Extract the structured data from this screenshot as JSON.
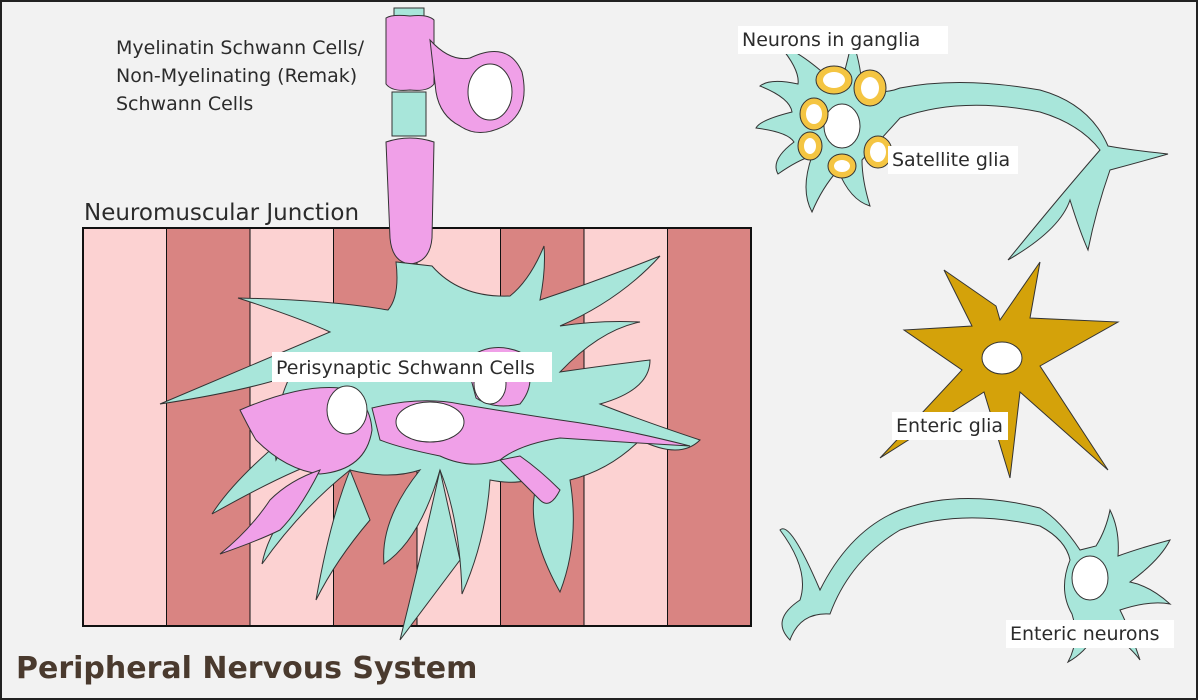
{
  "title": "Peripheral Nervous System",
  "labels": {
    "myelinating_line1": "Myelinatin Schwann Cells/",
    "myelinating_line2": "Non-Myelinating (Remak)",
    "myelinating_line3": "Schwann Cells",
    "nmj": "Neuromuscular Junction",
    "perisynaptic": "Perisynaptic Schwann Cells",
    "neurons_ganglia": "Neurons in ganglia",
    "satellite": "Satellite glia",
    "enteric_glia": "Enteric glia",
    "enteric_neurons": "Enteric neurons"
  },
  "colors": {
    "background": "#f2f2f2",
    "neuron": "#a8e6da",
    "schwann": "#f0a0e8",
    "muscle_light": "#fcd2d2",
    "muscle_dark": "#d98482",
    "satellite": "#f4c542",
    "enteric_glia": "#d4a20a",
    "nucleus": "#ffffff"
  },
  "muscle_stripes": [
    "light",
    "dark",
    "light",
    "dark",
    "light",
    "dark",
    "light",
    "dark"
  ]
}
